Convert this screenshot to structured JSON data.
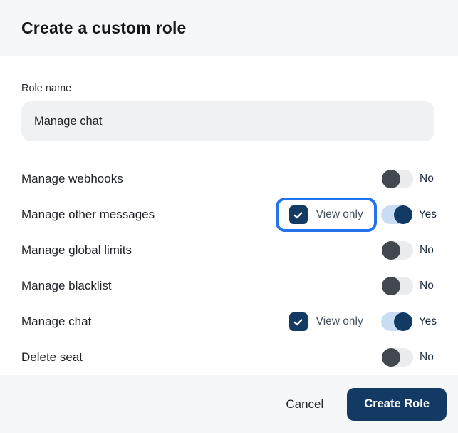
{
  "dialog": {
    "title": "Create a custom role",
    "role_name": {
      "label": "Role name",
      "value": "Manage chat"
    },
    "permissions": [
      {
        "label": "Manage webhooks",
        "enabled": false,
        "toggle": "No",
        "view_only": null
      },
      {
        "label": "Manage other messages",
        "enabled": true,
        "toggle": "Yes",
        "view_only": {
          "label": "View only",
          "checked": true,
          "highlighted": true
        }
      },
      {
        "label": "Manage global limits",
        "enabled": false,
        "toggle": "No",
        "view_only": null
      },
      {
        "label": "Manage blacklist",
        "enabled": false,
        "toggle": "No",
        "view_only": null
      },
      {
        "label": "Manage chat",
        "enabled": true,
        "toggle": "Yes",
        "view_only": {
          "label": "View only",
          "checked": true,
          "highlighted": false
        }
      },
      {
        "label": "Delete seat",
        "enabled": false,
        "toggle": "No",
        "view_only": null
      }
    ],
    "footer": {
      "cancel_label": "Cancel",
      "create_label": "Create Role"
    },
    "colors": {
      "accent_navy": "#123a63",
      "highlight_blue": "#2472ee",
      "toggle_off_knob": "#43484f",
      "toggle_off_track": "#ebecee",
      "toggle_on_track": "#c9def4",
      "header_footer_bg": "#f6f7f9",
      "input_bg": "#f0f1f3"
    }
  }
}
